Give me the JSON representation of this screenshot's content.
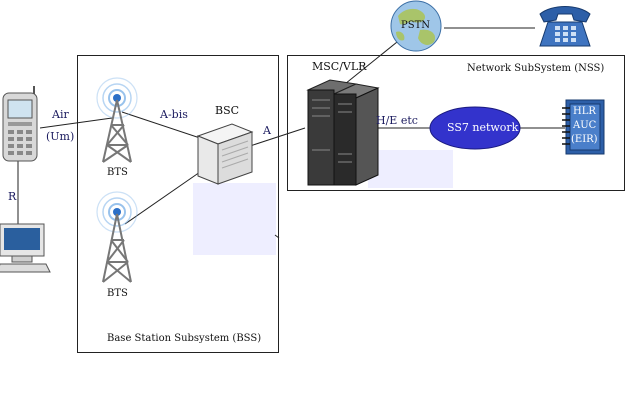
{
  "labels": {
    "air": "Air",
    "um": "(Um)",
    "r": "R",
    "abis": "A-bis",
    "bsc": "BSC",
    "a": "A",
    "bts_top": "BTS",
    "bts_bottom": "BTS",
    "msc_vlr": "MSC/VLR",
    "he_etc": "H/E etc",
    "ss7": "SS7 network",
    "pstn": "PSTN",
    "nss": "Network SubSystem (NSS)",
    "bss": "Base Station Subsystem (BSS)",
    "hlr": "HLR",
    "auc": "AUC",
    "eir": "(EIR)"
  },
  "colors": {
    "ss7_fill": "#3333cc",
    "ss7_text": "#ffffff",
    "link_line": "#222222",
    "shade": "#eeeeff",
    "phone_blue": "#2d5fa8"
  }
}
